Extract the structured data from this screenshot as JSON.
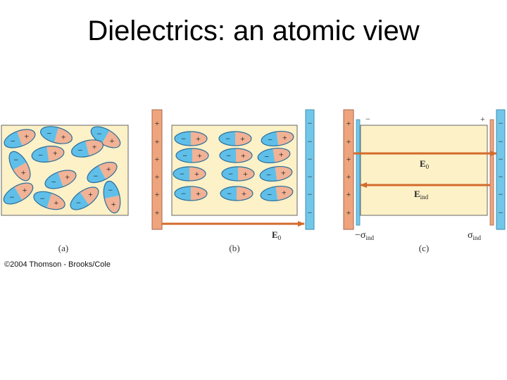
{
  "title": "Dielectrics: an atomic view",
  "copyright": "©2004 Thomson - Brooks/Cole",
  "panels": {
    "a": {
      "caption": "(a)"
    },
    "b": {
      "caption": "(b)",
      "field_label": "E",
      "field_sub": "0"
    },
    "c": {
      "caption": "(c)",
      "field_label": "E",
      "field_sub": "0",
      "induced_label": "E",
      "induced_sub": "ind",
      "surface_left": "−σ",
      "surface_left_sub": "ind",
      "surface_right": "σ",
      "surface_right_sub": "ind",
      "corner_minus": "−",
      "corner_plus": "+"
    }
  },
  "plate_signs": {
    "positive": "+",
    "negative": "−"
  },
  "dipole_signs": {
    "positive": "+",
    "negative": "−"
  },
  "colors": {
    "dielectric": "#fdf1c8",
    "positive_plate": "#eea57e",
    "negative_plate": "#72c7e9",
    "dipole_pos": "#f1b295",
    "dipole_neg": "#5fbfe9",
    "arrow": "#d36b2c"
  }
}
